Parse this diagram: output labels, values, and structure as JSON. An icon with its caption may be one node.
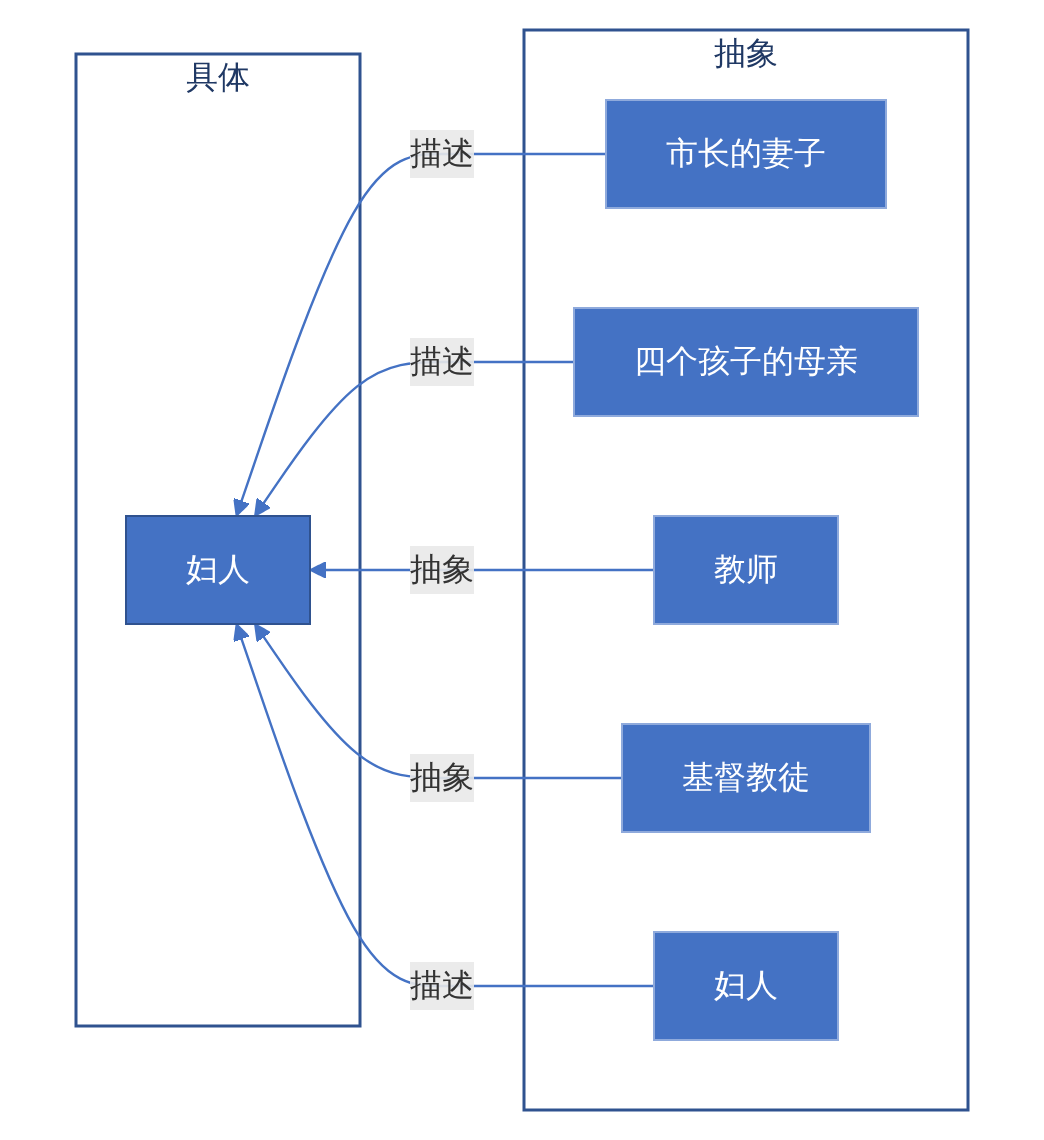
{
  "diagram": {
    "nodes": [
      {
        "text": [
          "具体"
        ]
      },
      {
        "text": [
          "妇人"
        ],
        "in": 0
      },
      {
        "text": [
          "抽象"
        ]
      },
      {
        "text": [
          "市长的妻子"
        ],
        "in": 2
      },
      {
        "text": [
          "四个孩子的母亲"
        ],
        "in": 2
      },
      {
        "text": [
          "教师"
        ],
        "in": 2
      },
      {
        "text": [
          "基督教徒"
        ],
        "in": 2
      },
      {
        "text": [
          "妇人"
        ],
        "in": 2
      }
    ],
    "edges": [
      {
        "from": 3,
        "to": 1,
        "arrow": "to",
        "label": "描述"
      },
      {
        "from": 4,
        "to": 1,
        "arrow": "to",
        "label": "描述"
      },
      {
        "from": 5,
        "to": 1,
        "arrow": "to",
        "label": "抽象"
      },
      {
        "from": 6,
        "to": 1,
        "arrow": "to",
        "label": "抽象"
      },
      {
        "from": 7,
        "to": 1,
        "arrow": "to",
        "label": "描述"
      }
    ]
  }
}
